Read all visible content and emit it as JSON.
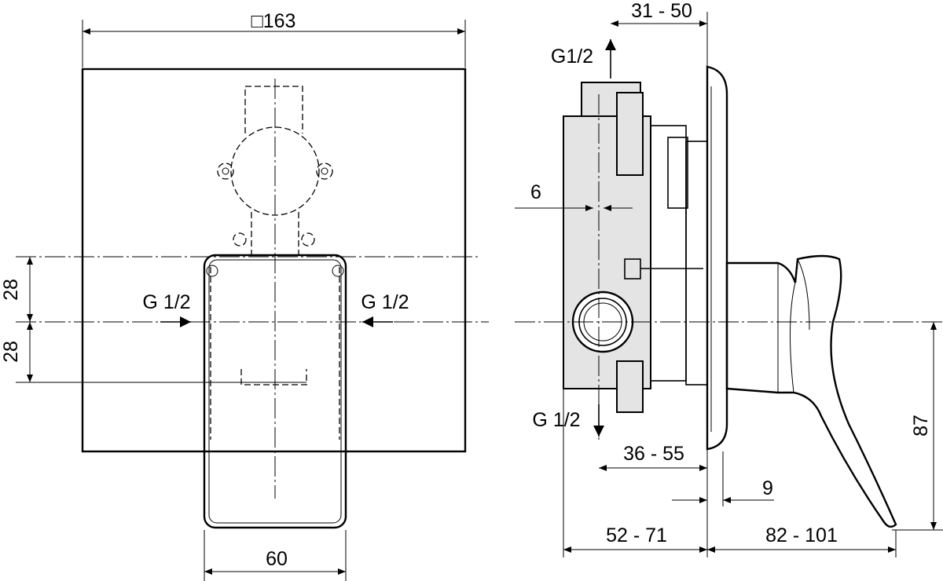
{
  "front_view": {
    "width_label": "□163",
    "offset_top_label": "28",
    "offset_bottom_label": "28",
    "inlet_left_label": "G 1/2",
    "inlet_right_label": "G 1/2",
    "lever_width_label": "60"
  },
  "side_view": {
    "depth_top_label": "31 - 50",
    "outlet_top_label": "G1/2",
    "pipe_label": "6",
    "outlet_bottom_label": "G 1/2",
    "depth_mid_label": "36 - 55",
    "plate_label": "9",
    "lever_height_label": "87",
    "body_depth_label": "52 - 71",
    "lever_projection_label": "82 - 101"
  }
}
